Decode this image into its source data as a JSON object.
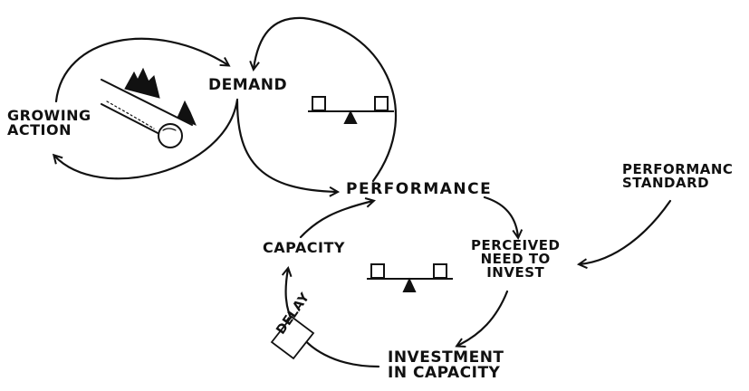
{
  "diagram": {
    "labels": {
      "demand": "DEMAND",
      "growing_action": "GROWING\nACTION",
      "performance": "PERFORMANCE",
      "performance_standard": "PERFORMANC\nSTANDARD",
      "capacity": "CAPACITY",
      "perceived_need": "PERCEIVED\nNEED TO\nINVEST",
      "investment": "INVESTMENT\nIN CAPACITY",
      "delay": "DELAY"
    },
    "icons": [
      "snowball-icon",
      "balance-scale-icon",
      "balance-scale-icon"
    ],
    "line_color": "#111111"
  }
}
